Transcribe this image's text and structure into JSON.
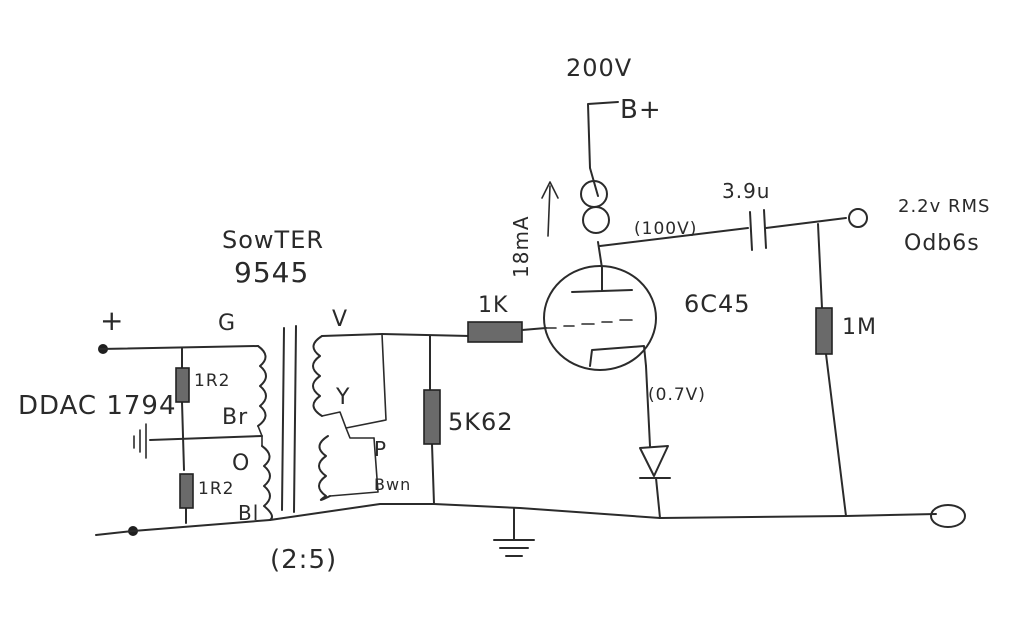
{
  "labels": {
    "transformer_make": "SowTER",
    "transformer_model": "9545",
    "ratio": "(2:5)",
    "plus": "+",
    "source": "DDAC 1794",
    "resistor_top": "1R2",
    "resistor_bottom": "1R2",
    "pri_g": "G",
    "pri_br": "Br",
    "pri_o": "O",
    "pri_bl": "Bl",
    "sec_v": "V",
    "sec_y": "Y",
    "sec_p": "P",
    "sec_bwn": "Bwn",
    "r_grid": "1K",
    "r_load": "5K62",
    "supply_voltage": "200V",
    "supply": "B+",
    "current": "18mA",
    "anode_voltage": "(100V)",
    "cap": "3.9u",
    "tube": "6C45",
    "cathode_voltage": "(0.7V)",
    "r_out": "1M",
    "output_level": "2.2v RMS",
    "output_db": "Odb6s"
  },
  "colors": {
    "ink": "#2a2a2a",
    "resistor_fill": "#6a6a6a"
  }
}
